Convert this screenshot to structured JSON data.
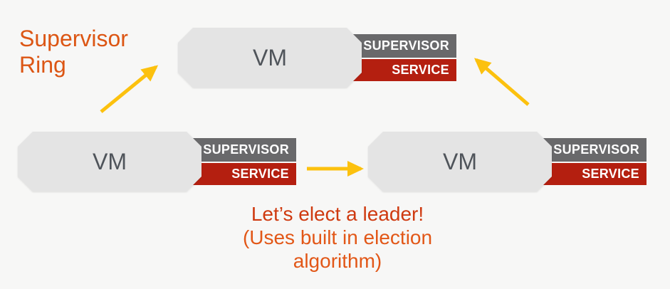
{
  "title": {
    "text": "Supervisor Ring"
  },
  "nodes": [
    {
      "position": "top",
      "vm_label": "VM",
      "supervisor_label": "SUPERVISOR",
      "service_label": "SERVICE"
    },
    {
      "position": "left",
      "vm_label": "VM",
      "supervisor_label": "SUPERVISOR",
      "service_label": "SERVICE"
    },
    {
      "position": "right",
      "vm_label": "VM",
      "supervisor_label": "SUPERVISOR",
      "service_label": "SERVICE"
    }
  ],
  "caption": {
    "line1": "Let’s elect a leader!",
    "line2": "(Uses built in election",
    "line3": "algorithm)"
  },
  "arrows": [
    {
      "name": "left-vm-to-top-vm",
      "direction": "up-right"
    },
    {
      "name": "left-vm-to-right-vm",
      "direction": "right"
    },
    {
      "name": "right-vm-to-top-vm",
      "direction": "up-left"
    }
  ],
  "colors": {
    "background": "#f7f7f6",
    "title_text": "#dc5614",
    "caption_emphasis": "#cf3a10",
    "caption_secondary": "#e25717",
    "vm_fill": "#e4e4e4",
    "vm_text": "#4f545a",
    "supervisor_badge": "#69696b",
    "service_badge": "#b41f10",
    "arrow": "#fcc10e"
  }
}
